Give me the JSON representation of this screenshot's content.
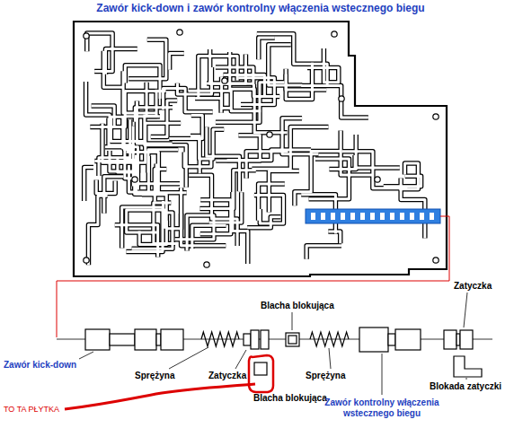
{
  "diagram": {
    "title": "Zawór kick-down i zawór kontrolny włączenia wstecznego biegu",
    "labels": [
      "Blacha blokująca",
      "Zatyczka",
      "Zawór kick-down",
      "Sprężyna",
      "Zatyczka",
      "Sprężyna",
      "Blacha blokująca",
      "Blokada zatyczki",
      "Zawór kontrolny włączenia wstecznego biegu",
      "TO TA PŁYTKA"
    ]
  }
}
